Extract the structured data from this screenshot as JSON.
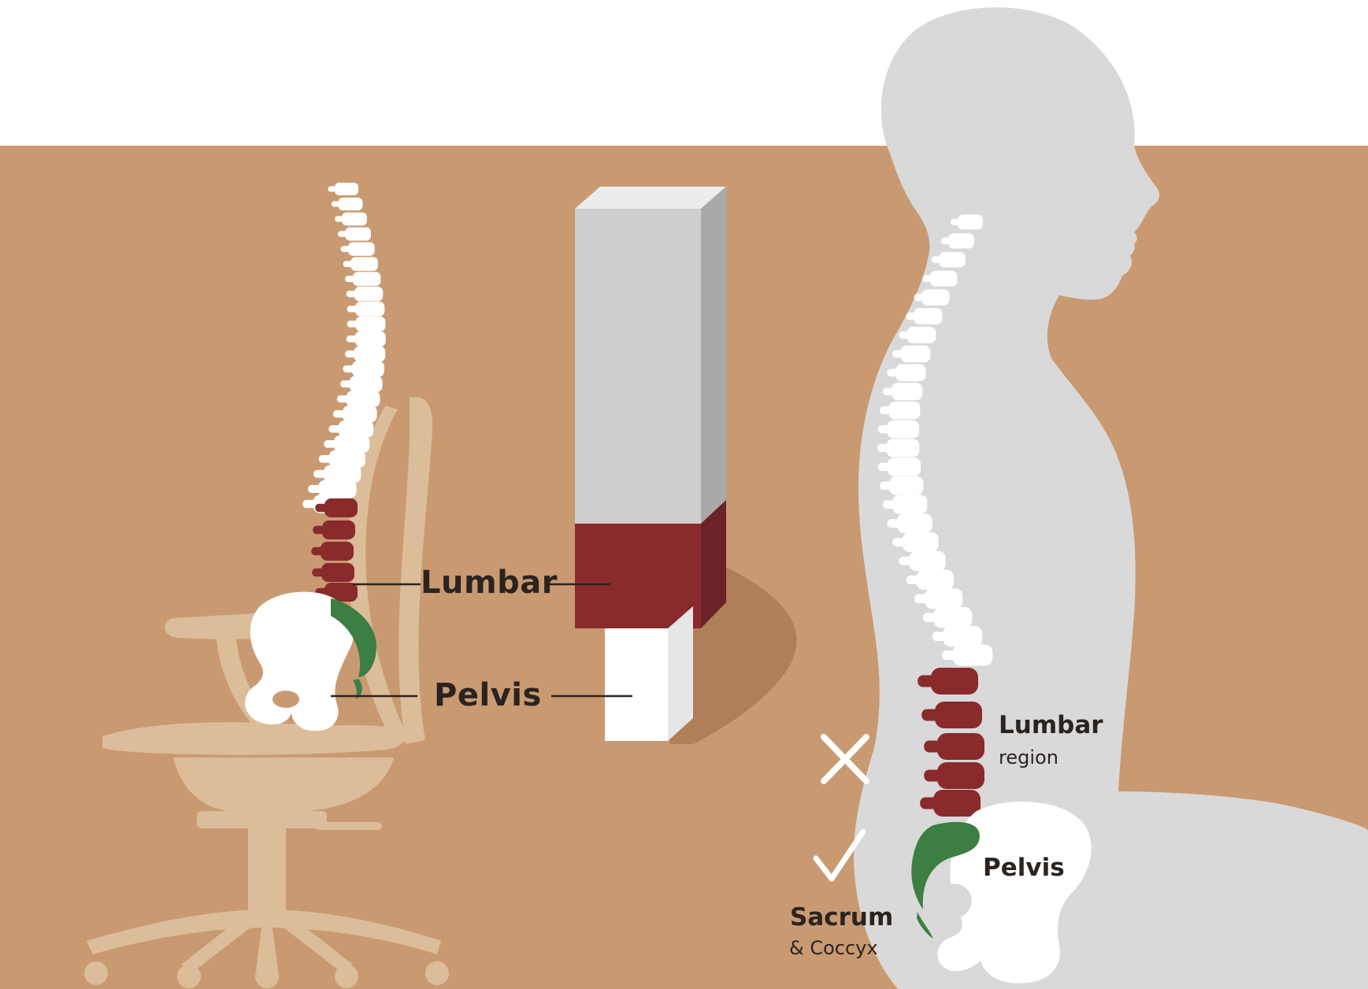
{
  "colors": {
    "background_tan": "#c99a71",
    "chair": "#dcbd99",
    "bone_white": "#ffffff",
    "lumbar_red": "#8a2a2c",
    "sacrum_green": "#3d7e43",
    "body_grey": "#d9d9d9",
    "block_grey": "#cfcfcf",
    "text_dark": "#2b2320"
  },
  "left_scene": {
    "lumbar_label": "Lumbar",
    "pelvis_label": "Pelvis"
  },
  "right_scene": {
    "lumbar_label": "Lumbar",
    "lumbar_sub": "region",
    "pelvis_label": "Pelvis",
    "sacrum_label": "Sacrum",
    "sacrum_sub": "& Coccyx"
  },
  "icons": {
    "incorrect": "cross-icon",
    "correct": "check-icon"
  }
}
